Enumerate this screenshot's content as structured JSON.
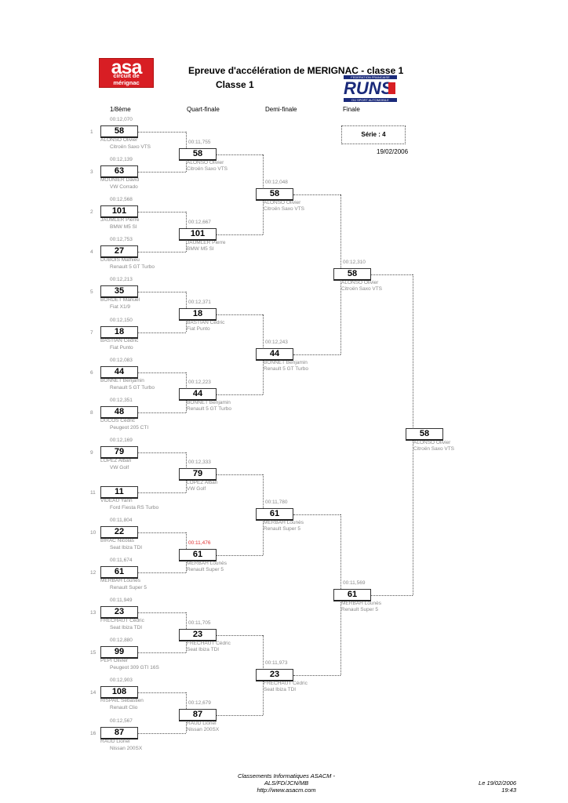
{
  "header": {
    "title": "Epreuve d'accélération de MERIGNAC - classe 1",
    "subtitle": "Classe 1",
    "logo_asa": {
      "main": "asa",
      "sub": "circuit de mérignac"
    },
    "logo_runs": {
      "top": "FEDERATION FRANCAISE",
      "main": "RUNS",
      "bottom": "DU SPORT AUTOMOBILE"
    }
  },
  "columns": [
    "1/8ème",
    "Quart-finale",
    "Demi-finale",
    "Finale"
  ],
  "serie": "Série : 4",
  "date": "19/02/2006",
  "rounds": [
    [
      {
        "seed": "1",
        "bib": "58",
        "time": "00:12,070",
        "name": "ALONSO Olivier",
        "car": "Citroën Saxo VTS"
      },
      {
        "seed": "3",
        "bib": "63",
        "time": "00:12,139",
        "name": "MOUNIER David",
        "car": "VW Corrado"
      },
      {
        "seed": "2",
        "bib": "101",
        "time": "00:12,568",
        "name": "JAUMLER Pierre",
        "car": "BMW M5 SI"
      },
      {
        "seed": "4",
        "bib": "27",
        "time": "00:12,753",
        "name": "DUBOIS Mathieu",
        "car": "Renault 5 GT Turbo"
      },
      {
        "seed": "5",
        "bib": "35",
        "time": "00:12,213",
        "name": "BORDET Manuel",
        "car": "Fiat X1/9"
      },
      {
        "seed": "7",
        "bib": "18",
        "time": "00:12,150",
        "name": "BASTIAN Cédric",
        "car": "Fiat Punto"
      },
      {
        "seed": "6",
        "bib": "44",
        "time": "00:12,083",
        "name": "BONNET Benjamin",
        "car": "Renault 5 GT Turbo"
      },
      {
        "seed": "8",
        "bib": "48",
        "time": "00:12,351",
        "name": "DUCOS Cédric",
        "car": "Peugeot 205 CTI"
      },
      {
        "seed": "9",
        "bib": "79",
        "time": "00:12,169",
        "name": "LOPEZ Alban",
        "car": "VW Golf"
      },
      {
        "seed": "11",
        "bib": "11",
        "time": "",
        "name": "VIDEAU Yann",
        "car": "Ford Fiesta RS Turbo"
      },
      {
        "seed": "10",
        "bib": "22",
        "time": "00:11,804",
        "name": "BIRAC Nicolas",
        "car": "Seat Ibiza TDI"
      },
      {
        "seed": "12",
        "bib": "61",
        "time": "00:11,674",
        "name": "MERBAH Lounès",
        "car": "Renault Super 5"
      },
      {
        "seed": "13",
        "bib": "23",
        "time": "00:11,949",
        "name": "FRECHAUT Cédric",
        "car": "Seat Ibiza TDI"
      },
      {
        "seed": "15",
        "bib": "99",
        "time": "00:12,880",
        "name": "PEPI Olivier",
        "car": "Peugeot 309 GTI 16S"
      },
      {
        "seed": "14",
        "bib": "108",
        "time": "00:12,903",
        "name": "RISPAIL Sébastien",
        "car": "Renault Clio"
      },
      {
        "seed": "16",
        "bib": "87",
        "time": "00:12,567",
        "name": "RAUD Lionel",
        "car": "Nissan 200SX"
      }
    ],
    [
      {
        "bib": "58",
        "time": "00:11,755",
        "name": "ALONSO Olivier",
        "car": "Citroën Saxo VTS"
      },
      {
        "bib": "101",
        "time": "00:12,667",
        "name": "JAUMLER Pierre",
        "car": "BMW M5 SI"
      },
      {
        "bib": "18",
        "time": "00:12,371",
        "name": "BASTIAN Cédric",
        "car": "Fiat Punto"
      },
      {
        "bib": "44",
        "time": "00:12,223",
        "name": "BONNET Benjamin",
        "car": "Renault 5 GT Turbo"
      },
      {
        "bib": "79",
        "time": "00:12,333",
        "name": "LOPEZ Alban",
        "car": "VW Golf"
      },
      {
        "bib": "61",
        "time": "00:11,476",
        "name": "MERBAH Lounès",
        "car": "Renault Super 5",
        "best": true
      },
      {
        "bib": "23",
        "time": "00:11,705",
        "name": "FRECHAUT Cédric",
        "car": "Seat Ibiza TDI"
      },
      {
        "bib": "87",
        "time": "00:12,679",
        "name": "RAUD Lionel",
        "car": "Nissan 200SX"
      }
    ],
    [
      {
        "bib": "58",
        "time": "00:12,048",
        "name": "ALONSO Olivier",
        "car": "Citroën Saxo VTS"
      },
      {
        "bib": "44",
        "time": "00:12,243",
        "name": "BONNET Benjamin",
        "car": "Renault 5 GT Turbo"
      },
      {
        "bib": "61",
        "time": "00:11,780",
        "name": "MERBAH Lounès",
        "car": "Renault Super 5"
      },
      {
        "bib": "23",
        "time": "00:11,973",
        "name": "FRECHAUT Cédric",
        "car": "Seat Ibiza TDI"
      }
    ],
    [
      {
        "bib": "58",
        "time": "00:12,310",
        "name": "ALONSO Olivier",
        "car": "Citroën Saxo VTS"
      },
      {
        "bib": "61",
        "time": "00:11,569",
        "name": "MERBAH Lounès",
        "car": "Renault Super 5"
      }
    ],
    [
      {
        "bib": "58",
        "time": "",
        "name": "ALONSO Olivier",
        "car": "Citroën Saxo VTS"
      }
    ]
  ],
  "footer": {
    "line1": "Classements Informatiques  ASACM -",
    "line2": "ALS/FD/JCN/MB",
    "line3": "http://www.asacm.com",
    "date": "Le 19/02/2006",
    "time": "19:43"
  }
}
